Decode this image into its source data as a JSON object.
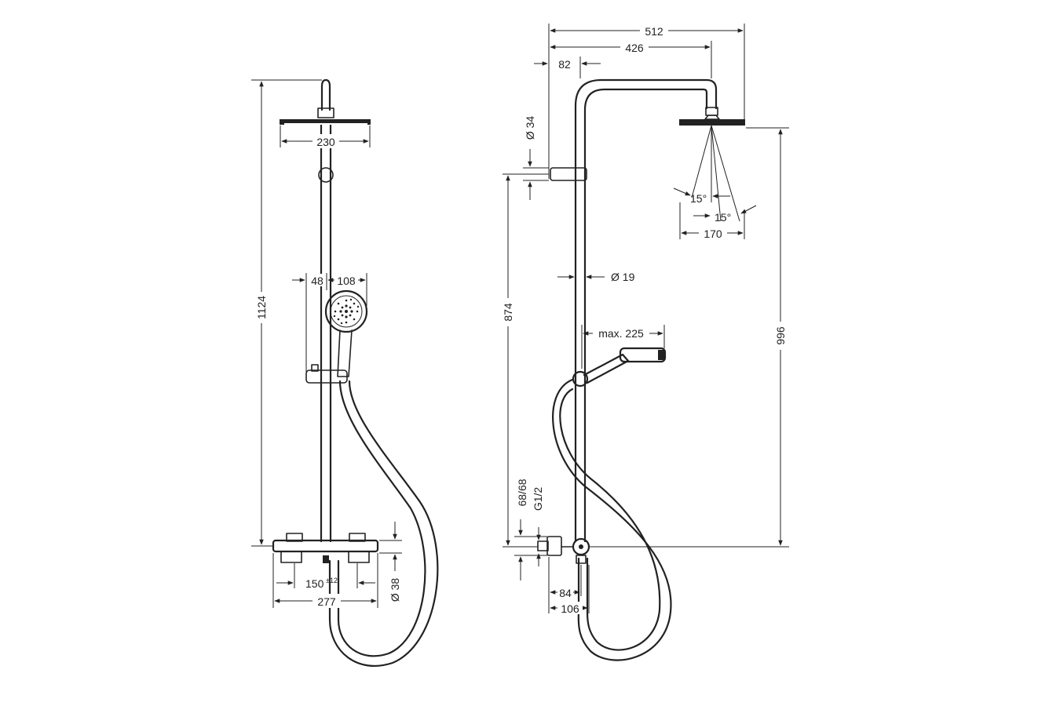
{
  "dimensions": {
    "height_total": "1124",
    "head_width": "230",
    "hand_offset": "48",
    "hand_width": "108",
    "thermo_spacing": "150",
    "thermo_spacing_tol": "±12",
    "thermo_width": "277",
    "thermo_dia": "Ø 38",
    "overall_width": "512",
    "arm_reach": "426",
    "wall_offset": "82",
    "pipe_dia_upper": "Ø 34",
    "holder_height": "874",
    "pipe_dia": "Ø 19",
    "hand_reach": "max. 225",
    "spray_angle_1": "15°",
    "spray_angle_2": "15°",
    "spray_width": "170",
    "head_height": "996",
    "connection_dims": "68/68",
    "connection_thread": "G1/2",
    "depth_84": "84",
    "depth_106": "106"
  },
  "colors": {
    "line": "#222222",
    "background": "#ffffff"
  }
}
